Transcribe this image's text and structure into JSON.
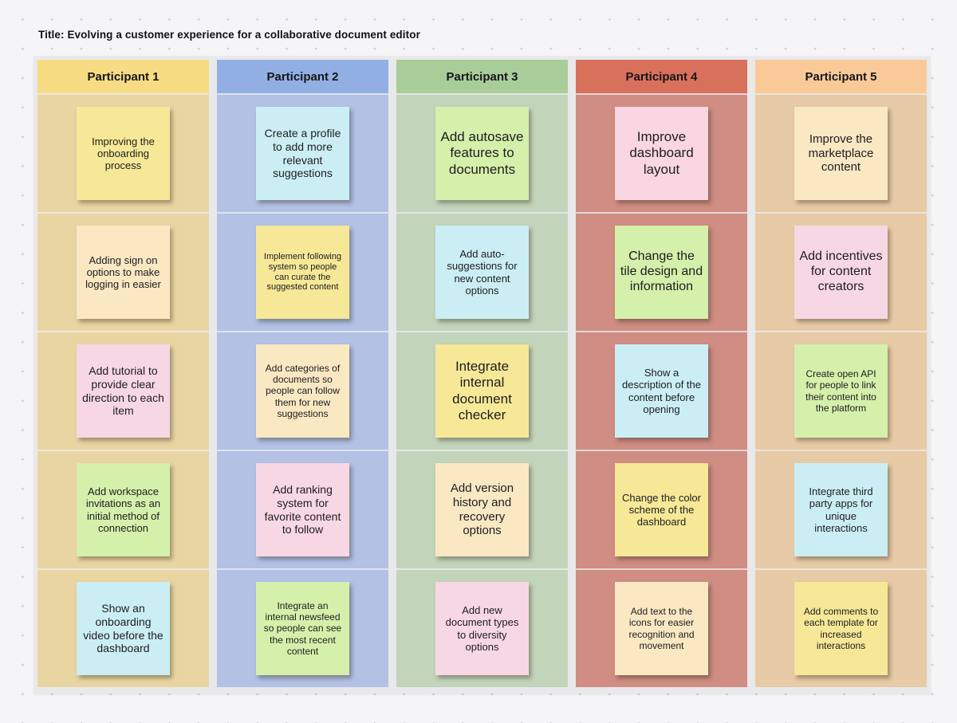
{
  "board": {
    "title": "Title: Evolving a customer experience for a collaborative document editor",
    "colors": {
      "page_background": "#f5f4f6",
      "dot_grid": "#d2d1d4",
      "frame_background": "#e9e8ea",
      "note_text": "#1d1d20",
      "title_text": "#111111"
    },
    "columns": [
      {
        "header": "Participant 1",
        "header_color": "#f8dc84",
        "body_color": "#e9d5a2",
        "notes": [
          {
            "text": "Improving the onboarding process",
            "color": "#f7e897",
            "font": 13
          },
          {
            "text": "Adding sign on options to make logging in easier",
            "color": "#fae8c3",
            "font": 13
          },
          {
            "text": "Add tutorial to provide clear direction to each item",
            "color": "#f8d7e5",
            "font": 14
          },
          {
            "text": "Add workspace invitations as an initial method of connection",
            "color": "#d5f0aa",
            "font": 13
          },
          {
            "text": "Show an onboarding video before the dashboard",
            "color": "#cbeef4",
            "font": 14
          }
        ]
      },
      {
        "header": "Participant 2",
        "header_color": "#91afe2",
        "body_color": "#b2c1e4",
        "notes": [
          {
            "text": "Create a profile to add more relevant suggestions",
            "color": "#cbeef4",
            "font": 14
          },
          {
            "text": "Implement following system so people can curate the suggested content",
            "color": "#f7e897",
            "font": 11
          },
          {
            "text": "Add categories of documents so people can follow them for new suggestions",
            "color": "#fae8c3",
            "font": 12
          },
          {
            "text": "Add ranking system for favorite content to follow",
            "color": "#f8d7e5",
            "font": 14
          },
          {
            "text": "Integrate an internal newsfeed so people can see the most recent content",
            "color": "#d5f0aa",
            "font": 12
          }
        ]
      },
      {
        "header": "Participant 3",
        "header_color": "#a9cd99",
        "body_color": "#c2d4ba",
        "notes": [
          {
            "text": "Add autosave features to documents",
            "color": "#d5f0aa",
            "font": 17
          },
          {
            "text": "Add auto-suggestions for new content options",
            "color": "#cbeef4",
            "font": 13
          },
          {
            "text": "Integrate internal document checker",
            "color": "#f7e897",
            "font": 17
          },
          {
            "text": "Add version history and recovery options",
            "color": "#fae8c3",
            "font": 15
          },
          {
            "text": "Add new document types to diversity options",
            "color": "#f8d7e5",
            "font": 13
          }
        ]
      },
      {
        "header": "Participant 4",
        "header_color": "#d9705c",
        "body_color": "#cf8d83",
        "notes": [
          {
            "text": "Improve dashboard layout",
            "color": "#fad5e2",
            "font": 17
          },
          {
            "text": "Change the tile design and information",
            "color": "#d5f0aa",
            "font": 16
          },
          {
            "text": "Show a description of the content before opening",
            "color": "#cbeef4",
            "font": 13
          },
          {
            "text": "Change the color scheme of the dashboard",
            "color": "#f7e897",
            "font": 13
          },
          {
            "text": "Add text to the icons for easier recognition and movement",
            "color": "#fae8c3",
            "font": 12
          }
        ]
      },
      {
        "header": "Participant 5",
        "header_color": "#f9ca98",
        "body_color": "#e7cba6",
        "notes": [
          {
            "text": "Improve the marketplace content",
            "color": "#fae8c3",
            "font": 15
          },
          {
            "text": "Add incentives for content creators",
            "color": "#f8d7e5",
            "font": 16
          },
          {
            "text": "Create open API for people to link their content into the platform",
            "color": "#d5f0aa",
            "font": 12
          },
          {
            "text": "Integrate third party apps for unique interactions",
            "color": "#cbeef4",
            "font": 13
          },
          {
            "text": "Add comments to each template for increased interactions",
            "color": "#f7e897",
            "font": 12
          }
        ]
      }
    ]
  }
}
